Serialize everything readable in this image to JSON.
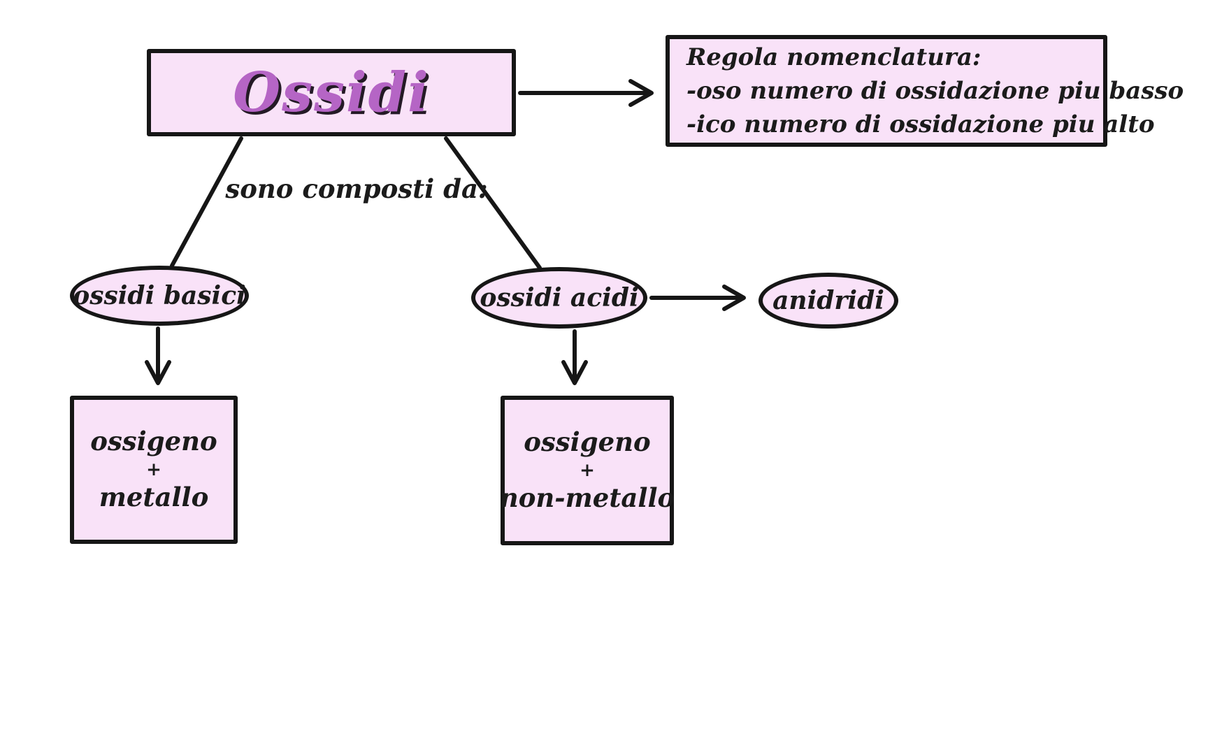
{
  "diagram": {
    "title": "Ossidi",
    "rule_box": {
      "line1": "Regola nomenclatura:",
      "line2": "-oso numero di ossidazione piu basso",
      "line3": "-ico numero di ossidazione piu alto"
    },
    "edge_label": "sono composti da:",
    "nodes": {
      "basic_oxides": "ossidi basici",
      "acid_oxides": "ossidi acidi",
      "anhydrides": "anidridi",
      "basic_composition": {
        "line1": "ossigeno",
        "line2": "+",
        "line3": "metallo"
      },
      "acid_composition": {
        "line1": "ossigeno",
        "line2": "+",
        "line3": "non-metallo"
      }
    },
    "colors": {
      "background": "#ffffff",
      "node_fill": "#f9e2f8",
      "stroke": "#161616",
      "title_text": "#b565c5",
      "title_shadow": "#241a26"
    }
  }
}
